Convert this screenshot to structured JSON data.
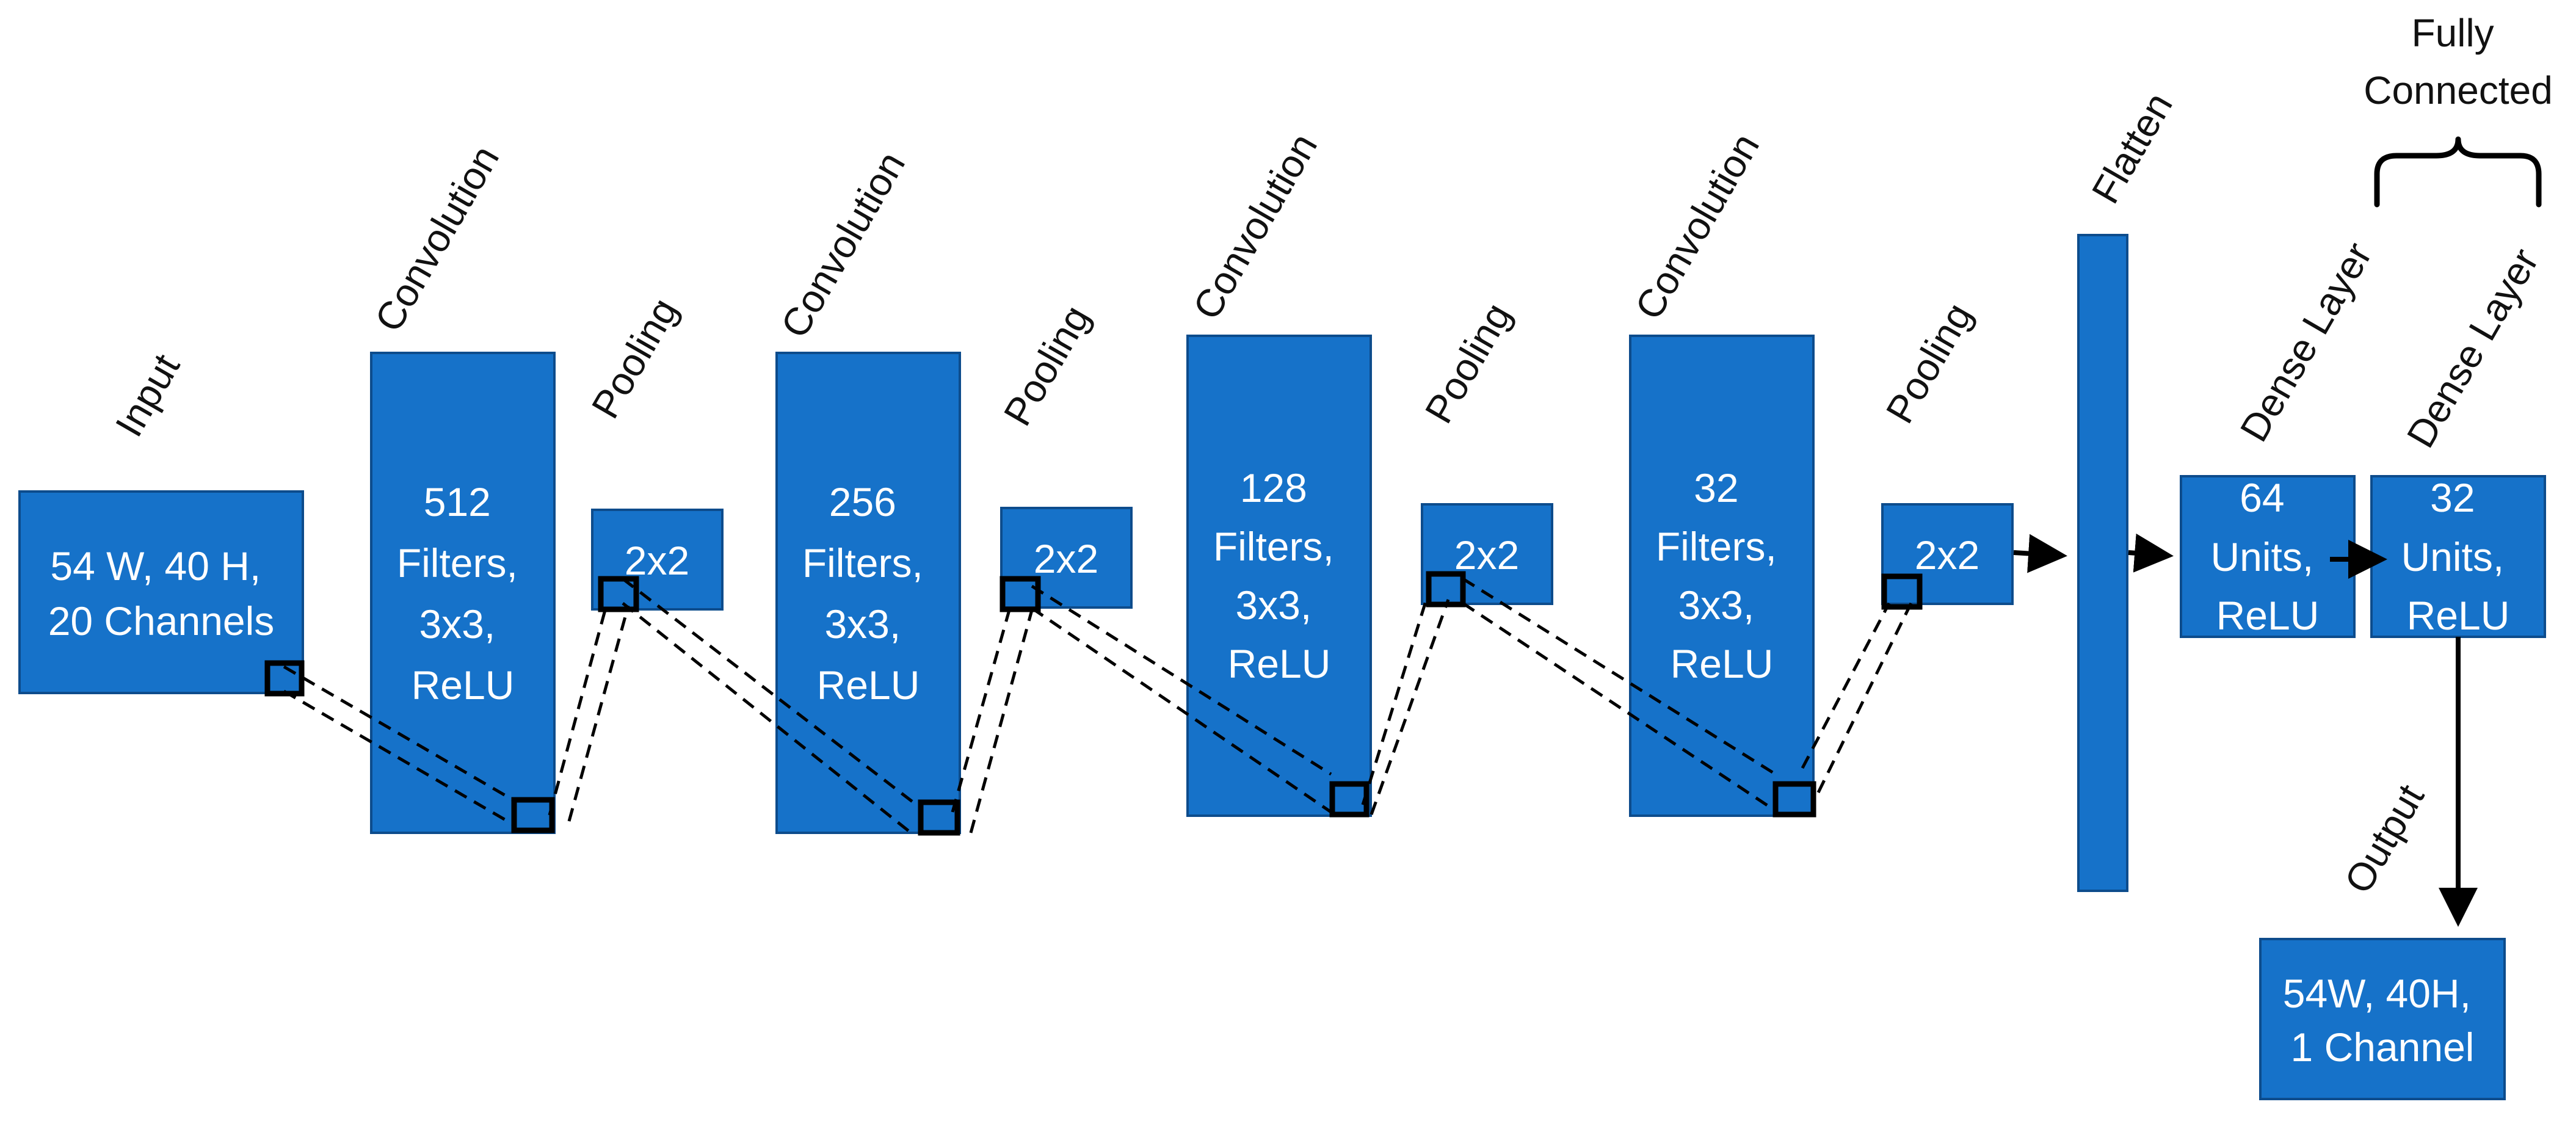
{
  "heading": {
    "line1": "Fully",
    "line2": "Connected"
  },
  "labels": {
    "input": "Input",
    "conv1": "Convolution",
    "pool1": "Pooling",
    "conv2": "Convolution",
    "pool2": "Pooling",
    "conv3": "Convolution",
    "pool3": "Pooling",
    "conv4": "Convolution",
    "pool4": "Pooling",
    "flatten": "Flatten",
    "dense1": "Dense Layer",
    "dense2": "Dense Layer",
    "output": "Output"
  },
  "boxes": {
    "input": [
      "54 W, 40 H,",
      "20 Channels"
    ],
    "conv1": [
      "512",
      "Filters,",
      "3x3,",
      "ReLU"
    ],
    "pool1": [
      "2x2"
    ],
    "conv2": [
      "256",
      "Filters,",
      "3x3,",
      "ReLU"
    ],
    "pool2": [
      "2x2"
    ],
    "conv3": [
      "128",
      "Filters,",
      "3x3,",
      "ReLU"
    ],
    "pool3": [
      "2x2"
    ],
    "conv4": [
      "32",
      "Filters,",
      "3x3,",
      "ReLU"
    ],
    "pool4": [
      "2x2"
    ],
    "dense1": [
      "64",
      "Units,",
      "ReLU"
    ],
    "dense2": [
      "32",
      "Units,",
      "ReLU"
    ],
    "output": [
      "54W, 40H,",
      "1 Channel"
    ]
  },
  "colors": {
    "box_fill": "#1672c9",
    "box_border": "#0d4c8c",
    "box_text": "#ffffff",
    "lines": "#000000"
  }
}
